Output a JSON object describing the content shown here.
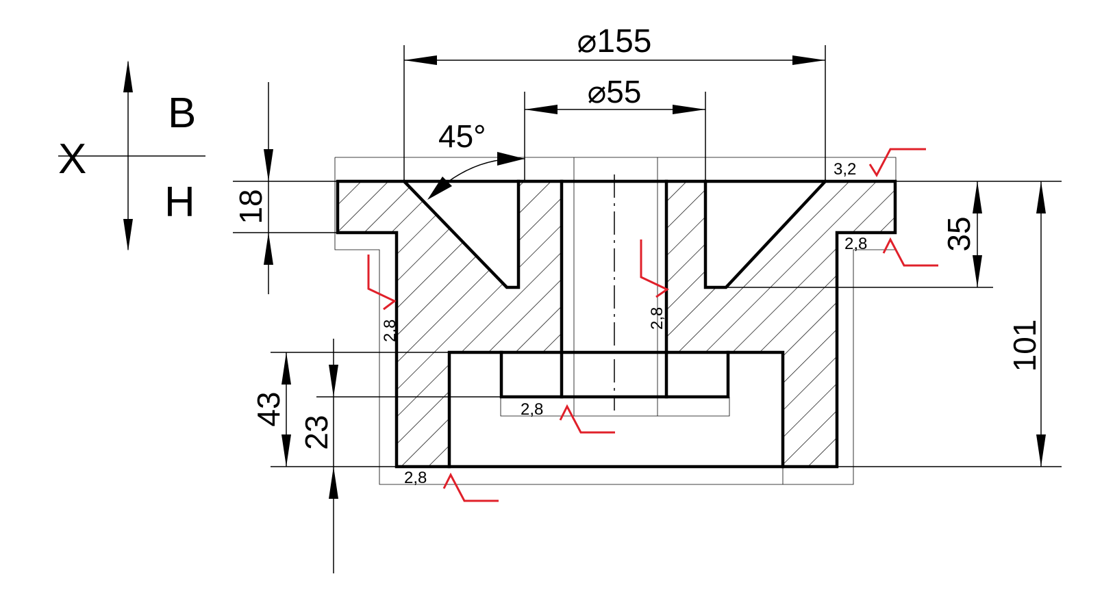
{
  "colors": {
    "outline": "#000000",
    "roughness_mark": "#e0202a",
    "background": "#ffffff"
  },
  "axis": {
    "x": "X",
    "upper": "B",
    "lower": "H"
  },
  "dimensions": {
    "d155": "⌀155",
    "d55": "⌀55",
    "angle": "45°",
    "h18": "18",
    "h35": "35",
    "h101": "101",
    "h43": "43",
    "h23": "23"
  },
  "roughness": {
    "top_right": "3,2",
    "right_step": "2,8",
    "left_outer": "2,8",
    "bore": "2,8",
    "recess_bottom": "2,8",
    "base_bottom": "2,8"
  }
}
